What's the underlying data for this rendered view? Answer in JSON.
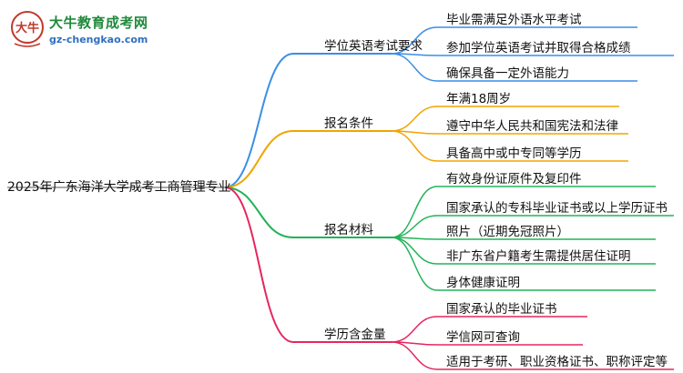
{
  "logo": {
    "title": "大牛教育成考网",
    "url": "gz-chengkao.com",
    "mark_text": "大牛"
  },
  "root": "2025年广东海洋大学成考工商管理专业",
  "branches": [
    {
      "label": "学位英语考试要求",
      "color": "#3a8ee6",
      "leaves": [
        "毕业需满足外语水平考试",
        "参加学位英语考试并取得合格成绩",
        "确保具备一定外语能力"
      ]
    },
    {
      "label": "报名条件",
      "color": "#f0a500",
      "leaves": [
        "年满18周岁",
        "遵守中华人民共和国宪法和法律",
        "具备高中或中专同等学历"
      ]
    },
    {
      "label": "报名材料",
      "color": "#22b35a",
      "leaves": [
        "有效身份证原件及复印件",
        "国家承认的专科毕业证书或以上学历证书",
        "照片（近期免冠照片）",
        "非广东省户籍考生需提供居住证明",
        "身体健康证明"
      ]
    },
    {
      "label": "学历含金量",
      "color": "#e6265f",
      "leaves": [
        "国家承认的毕业证书",
        "学信网可查询",
        "适用于考研、职业资格证书、职称评定等"
      ]
    }
  ]
}
